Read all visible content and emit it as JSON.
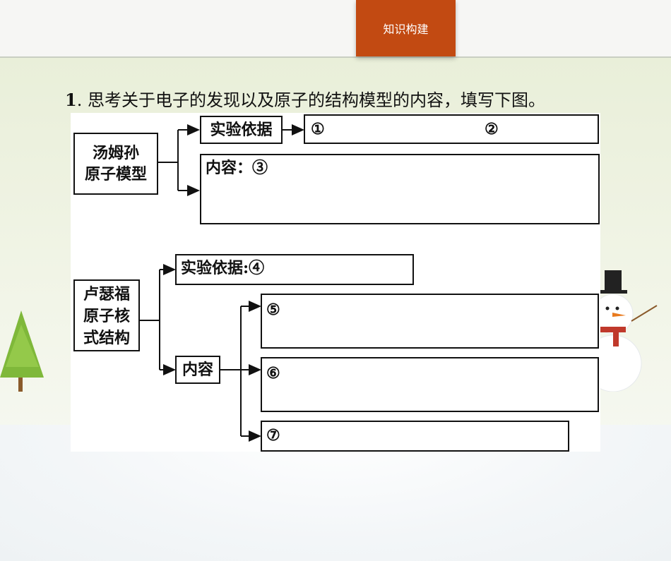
{
  "header": {
    "tab_label": "知识构建"
  },
  "question": {
    "number": "1",
    "text": ". 思考关于电子的发现以及原子的结构模型的内容，填写下图。"
  },
  "diagram": {
    "thomson": {
      "title_line1": "汤姆孙",
      "title_line2": "原子模型",
      "basis_label": "实验依据",
      "basis_blank1": "①",
      "basis_blank2": "②",
      "content_label": "内容：③"
    },
    "rutherford": {
      "title_line1": "卢瑟福",
      "title_line2": "原子核",
      "title_line3": "式结构",
      "basis_label": "实验依据:④",
      "content_label": "内容",
      "blank5": "⑤",
      "blank6": "⑥",
      "blank7": "⑦"
    }
  }
}
